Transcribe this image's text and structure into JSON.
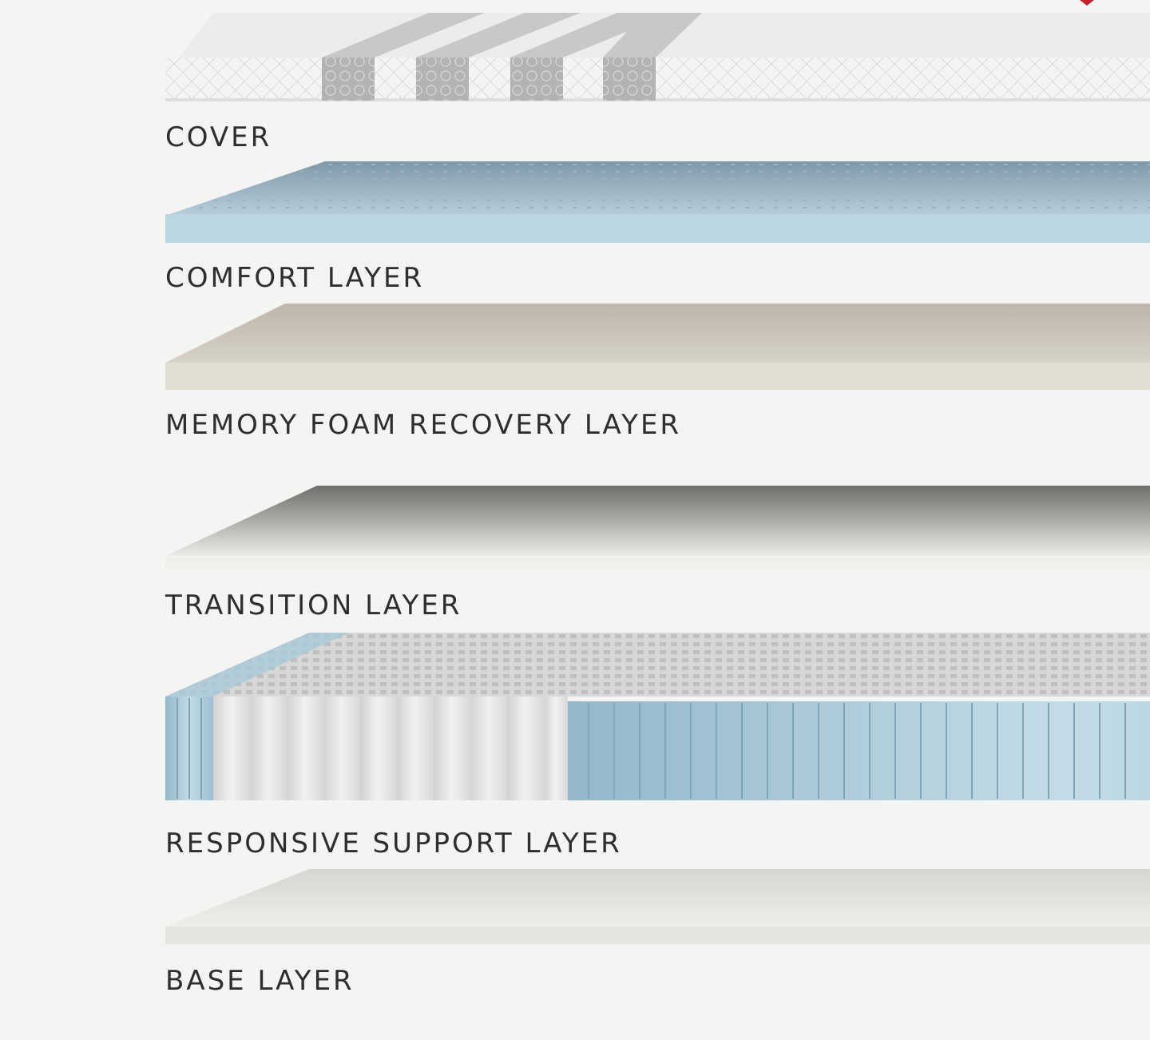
{
  "layers": [
    {
      "label": "COVER"
    },
    {
      "label": "COMFORT LAYER"
    },
    {
      "label": "MEMORY FOAM RECOVERY LAYER"
    },
    {
      "label": "TRANSITION LAYER"
    },
    {
      "label": "RESPONSIVE SUPPORT LAYER"
    },
    {
      "label": "BASE LAYER"
    }
  ],
  "colors": {
    "background": "#f4f4f3",
    "cover": "#f2f2f2",
    "cover_stripe": "#a9a9a9",
    "comfort_top": "#8fa7b6",
    "comfort_edge": "#bcd5e2",
    "memory_foam": "#d9d4c6",
    "transition_top": "#7b7b78",
    "coil_white": "#e6e6e6",
    "coil_blue": "#a9c9d8",
    "base": "#e3e2de",
    "accent_red": "#c8202a"
  },
  "icons": {
    "corner_mark": "red-ribbon-icon"
  }
}
